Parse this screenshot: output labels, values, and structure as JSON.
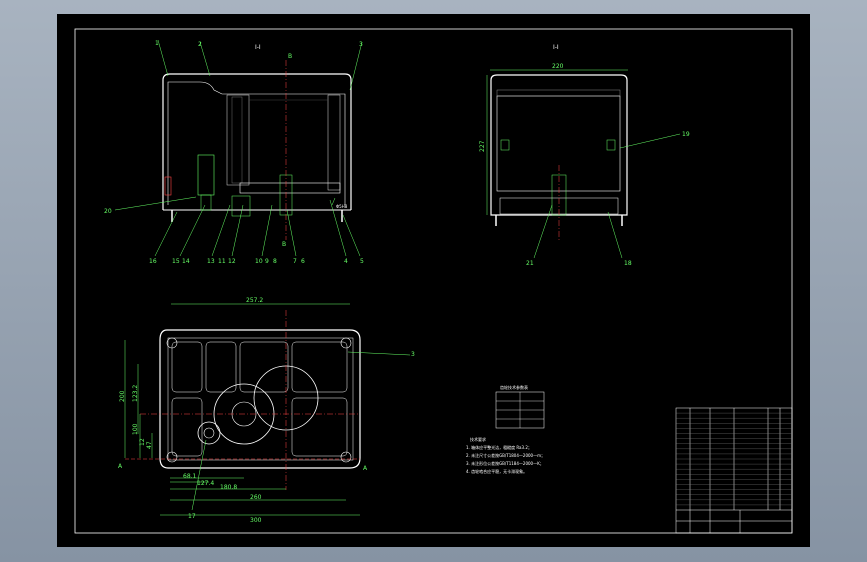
{
  "drawing": {
    "views": {
      "front_title": "I-I",
      "side_title": "I-I"
    },
    "dimensions": {
      "side_width": "220",
      "side_height": "227",
      "plan_top": "257.2",
      "plan_bottom_1": "260",
      "plan_bottom_2": "300",
      "plan_bottom_3": "180.8",
      "plan_bottom_4": "68.1",
      "plan_bottom_5": "127.4",
      "plan_left_1": "200",
      "plan_left_2": "123.2",
      "plan_left_3": "100",
      "plan_left_4": "47",
      "plan_left_5": "12"
    },
    "balloons_front": [
      "1",
      "2",
      "3",
      "20",
      "16",
      "15",
      "14",
      "13",
      "11",
      "12",
      "10",
      "9",
      "8",
      "7",
      "6",
      "4",
      "5"
    ],
    "balloons_side": [
      "19",
      "21",
      "18"
    ],
    "balloons_plan": [
      "3",
      "17"
    ],
    "section_marks": [
      "A",
      "A"
    ],
    "front_callouts": [
      "B",
      "B",
      "Φ5H8"
    ],
    "table_title": "齿轮技术参数表",
    "tech_req_title": "技术要求",
    "tech_req": [
      "1.  箱体应平整光洁，粗糙度 Ra3.2；",
      "2.  未注尺寸公差按GB/T1804—2000—m；",
      "3.  未注形位公差按GB/T1184—2000—K；",
      "4.  齿轮啮合应平稳，无卡滞现象。"
    ]
  }
}
